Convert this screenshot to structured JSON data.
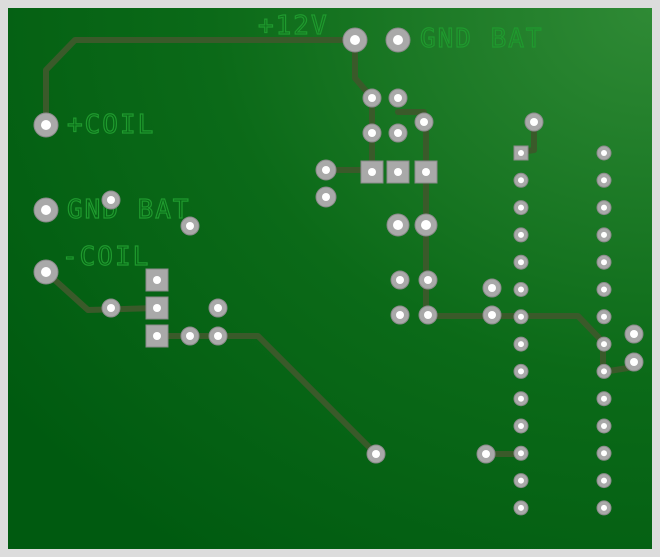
{
  "colors": {
    "frame": "#dcdcdc",
    "board_dark": "#005a10",
    "board_light": "#2f8a35",
    "trace": "#3a5a2a",
    "silk": "#1f9a2e",
    "pad": "#a9a9a9",
    "pad_edge": "#8a8a8a",
    "hole": "#ffffff"
  },
  "labels": {
    "plus12v": "+12V",
    "gnd_bat_top": "GND BAT",
    "plus_coil": "+COIL",
    "gnd_bat_left": "GND BAT",
    "minus_coil": "-COIL"
  },
  "icons": {
    "pad": "round-solder-pad",
    "square_pad": "square-solder-pad",
    "trace": "copper-trace"
  }
}
